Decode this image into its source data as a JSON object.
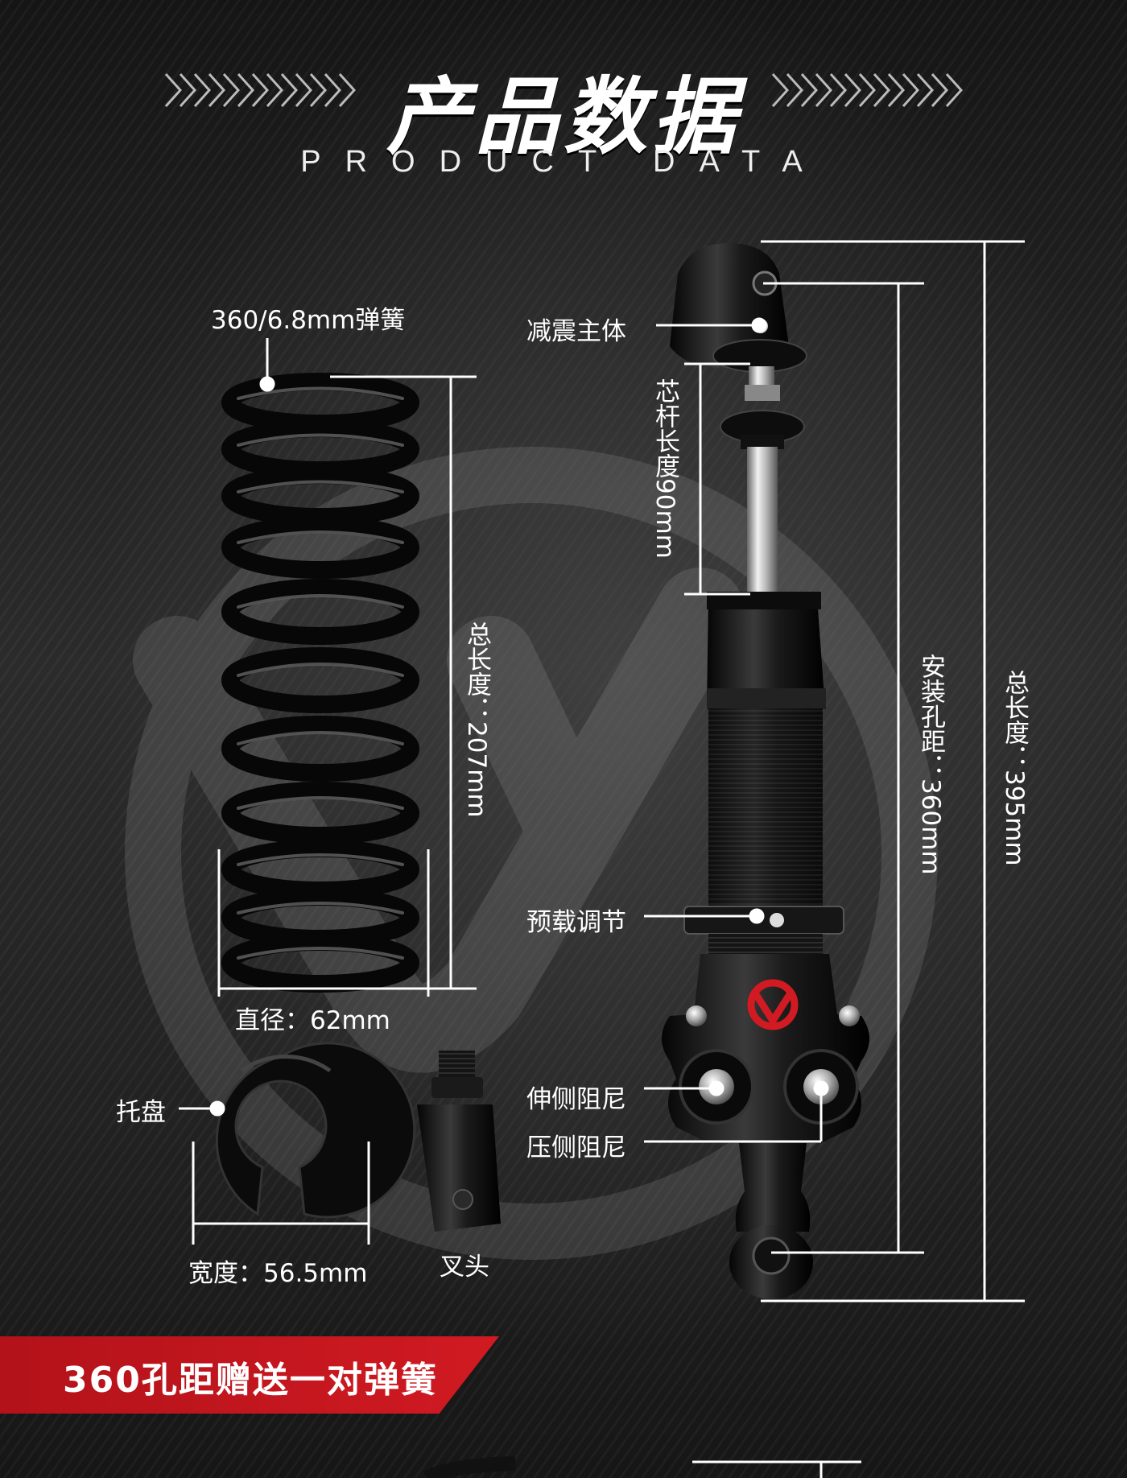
{
  "header": {
    "title": "产品数据",
    "subtitle": "PRODUCT DATA"
  },
  "spring": {
    "label": "360/6.8mm弹簧",
    "length_label": "总长度：207mm",
    "diameter_label": "直径：62mm"
  },
  "tray": {
    "label": "托盘",
    "width_label": "宽度：56.5mm"
  },
  "fork": {
    "label": "叉头"
  },
  "shock": {
    "body_label": "减震主体",
    "rod_label": "芯杆长度90mm",
    "preload_label": "预载调节",
    "rebound_label": "伸侧阻尼",
    "compression_label": "压侧阻尼",
    "mount_label": "安装孔距：360mm",
    "total_label": "总长度：395mm"
  },
  "promo": {
    "text": "360孔距赠送一对弹簧"
  },
  "colors": {
    "accent": "#d11a22",
    "background": "#1b1b1b"
  }
}
